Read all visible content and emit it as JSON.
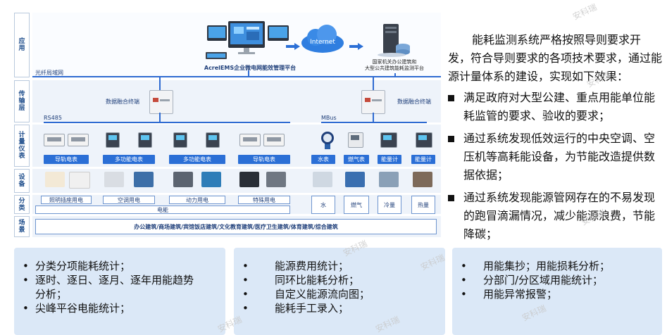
{
  "layers": {
    "app": "应用",
    "transport": "传输层",
    "metering": "计量仪表",
    "equipment": "设备",
    "category": "分类",
    "scene": "场景"
  },
  "platform": {
    "name": "AcrelEMS企业微电网能效管理平台"
  },
  "cloud": {
    "label": "Internet"
  },
  "gov": {
    "line1": "国家机关办公建筑和",
    "line2": "大型公共建筑能耗监测平台"
  },
  "network": {
    "label": "光纤局域网"
  },
  "terminals": {
    "left": "数据融合终端",
    "right": "数据融合终端"
  },
  "buses": {
    "left": "RS485",
    "right": "MBus"
  },
  "meters": {
    "left": [
      "导轨电表",
      "多功能电表",
      "多功能电表",
      "导轨电表"
    ],
    "right": [
      "水表",
      "燃气表",
      "能量计",
      "能量计"
    ]
  },
  "categories": {
    "electric": [
      "照明插座用电",
      "空调用电",
      "动力用电",
      "特殊用电"
    ],
    "electric_total": "电能",
    "others": [
      "水",
      "燃气",
      "冷量",
      "热量"
    ]
  },
  "scene": {
    "text": "办公建筑/商场建筑/宾馆饭店建筑/文化教育建筑/医疗卫生建筑/体育建筑/综合建筑"
  },
  "description": {
    "intro": "能耗监测系统严格按照导则要求开发，符合导则要求的各项技术要求，通过能源计量体系的建设，实现如下效果：",
    "bullets": [
      "满足政府对大型公建、重点用能单位能耗监管的要求、验收的要求；",
      "通过系统发现低效运行的中央空调、空压机等高耗能设备，为节能改造提供数据依据；",
      "通过系统发现能源管网存在的不易发现的跑冒滴漏情况，减少能源浪费，节能降碳；"
    ]
  },
  "features": {
    "col1": [
      "分类分项能耗统计；",
      "逐时、逐日、逐月、逐年用能趋势分析；",
      "尖峰平谷电能统计；"
    ],
    "col2": [
      "能源费用统计；",
      "同环比能耗分析；",
      "自定义能源流向图；",
      "能耗手工录入；"
    ],
    "col3": [
      "用能集抄；用能损耗分析；",
      "分部门/分区域用能统计；",
      "用能异常报警；"
    ]
  },
  "watermark": "安科瑞",
  "colors": {
    "accent": "#2e6ad1",
    "panel": "#eef3fa",
    "feature_bg": "#dbe8f7",
    "label_bg": "#2b6fd6"
  }
}
